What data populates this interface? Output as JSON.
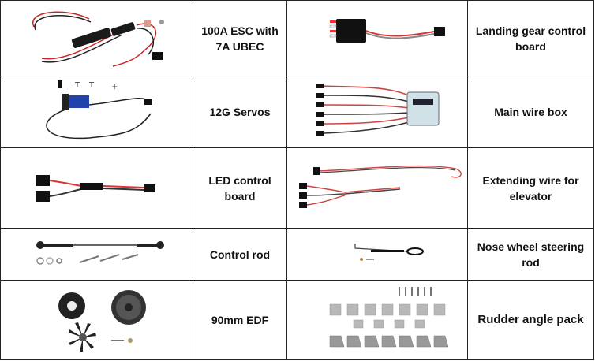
{
  "rows": [
    {
      "left": {
        "picture": "esc-with-wires",
        "label": "100A ESC with 7A UBEC"
      },
      "right": {
        "picture": "landing-gear-control-board",
        "label": "Landing gear control board"
      }
    },
    {
      "left": {
        "picture": "servo-with-lead",
        "label": "12G Servos"
      },
      "right": {
        "picture": "wire-box-with-leads",
        "label": "Main wire box"
      }
    },
    {
      "left": {
        "picture": "led-board-with-leads",
        "label": "LED control board"
      },
      "right": {
        "picture": "extension-wire",
        "label": "Extending wire for elevator"
      }
    },
    {
      "left": {
        "picture": "pushrod-set",
        "label": "Control rod"
      },
      "right": {
        "picture": "steering-rod",
        "label": "Nose wheel steering rod"
      }
    },
    {
      "left": {
        "picture": "edf-unit",
        "label": "90mm EDF"
      },
      "right": {
        "picture": "horn-pack",
        "label": "Rudder angle pack"
      }
    }
  ]
}
